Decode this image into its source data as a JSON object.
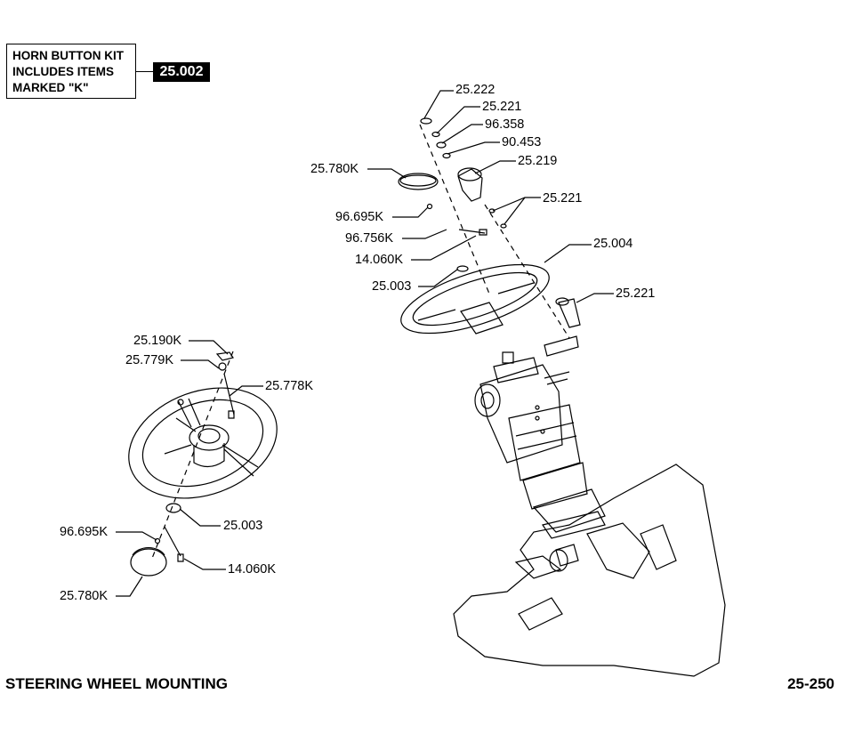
{
  "kit": {
    "lines": [
      "HORN BUTTON KIT",
      "INCLUDES ITEMS",
      "MARKED \"K\""
    ],
    "number": "25.002"
  },
  "labels": {
    "l1": "25.222",
    "l2": "25.221",
    "l3": "96.358",
    "l4": "90.453",
    "l5": "25.780K",
    "l6": "25.219",
    "l7": "25.221",
    "l8": "96.695K",
    "l9": "96.756K",
    "l10": "14.060K",
    "l11": "25.004",
    "l12": "25.003",
    "l13": "25.221",
    "l14": "25.190K",
    "l15": "25.779K",
    "l16": "25.778K",
    "l17": "25.003",
    "l18": "96.695K",
    "l19": "14.060K",
    "l20": "25.780K"
  },
  "footer": {
    "title": "STEERING WHEEL MOUNTING",
    "page": "25-250"
  }
}
